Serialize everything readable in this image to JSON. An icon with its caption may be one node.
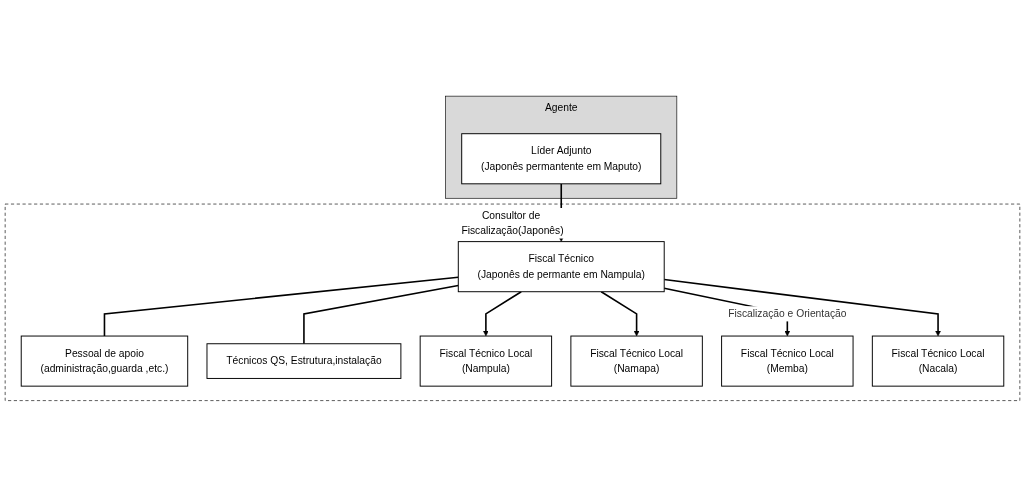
{
  "diagram": {
    "nodes": [
      {
        "text": [
          "Agente"
        ]
      },
      {
        "text": [
          "Líder Adjunto",
          "(Japonês permantente em Maputo)"
        ],
        "in": 0
      },
      {
        "text": [
          "Consultor de Fiscalização(Japonês)"
        ]
      },
      {
        "text": [
          "Pessoal de apoio",
          "(administração,guarda ,etc.)"
        ],
        "in": 2
      },
      {
        "text": [
          "Fiscal Técnico",
          "(Japonês de permante em Nampula)"
        ],
        "in": 2
      },
      {
        "text": [
          "Técnicos QS, Estrutura,instalação"
        ],
        "in": 2
      },
      {
        "text": [
          "Fiscal Técnico Local",
          "(Nampula)"
        ],
        "in": 2
      },
      {
        "text": [
          "Fiscal Técnico Local",
          "(Namapa)"
        ],
        "in": 2
      },
      {
        "text": [
          "Fiscal Técnico Local",
          "(Memba)"
        ],
        "in": 2
      },
      {
        "text": [
          "Fiscal Técnico Local",
          "(Nacala)"
        ],
        "in": 2
      }
    ],
    "edges": [
      {
        "from": 1,
        "to": 4,
        "arrow": "to"
      },
      {
        "from": 4,
        "to": 3,
        "arrow": "none"
      },
      {
        "from": 4,
        "to": 5,
        "arrow": "none"
      },
      {
        "from": 4,
        "to": 6,
        "arrow": "to"
      },
      {
        "from": 4,
        "to": 7,
        "arrow": "to"
      },
      {
        "from": 4,
        "to": 8,
        "arrow": "to",
        "label": "Fiscalização e Orientação"
      },
      {
        "from": 4,
        "to": 9,
        "arrow": "to"
      }
    ]
  }
}
